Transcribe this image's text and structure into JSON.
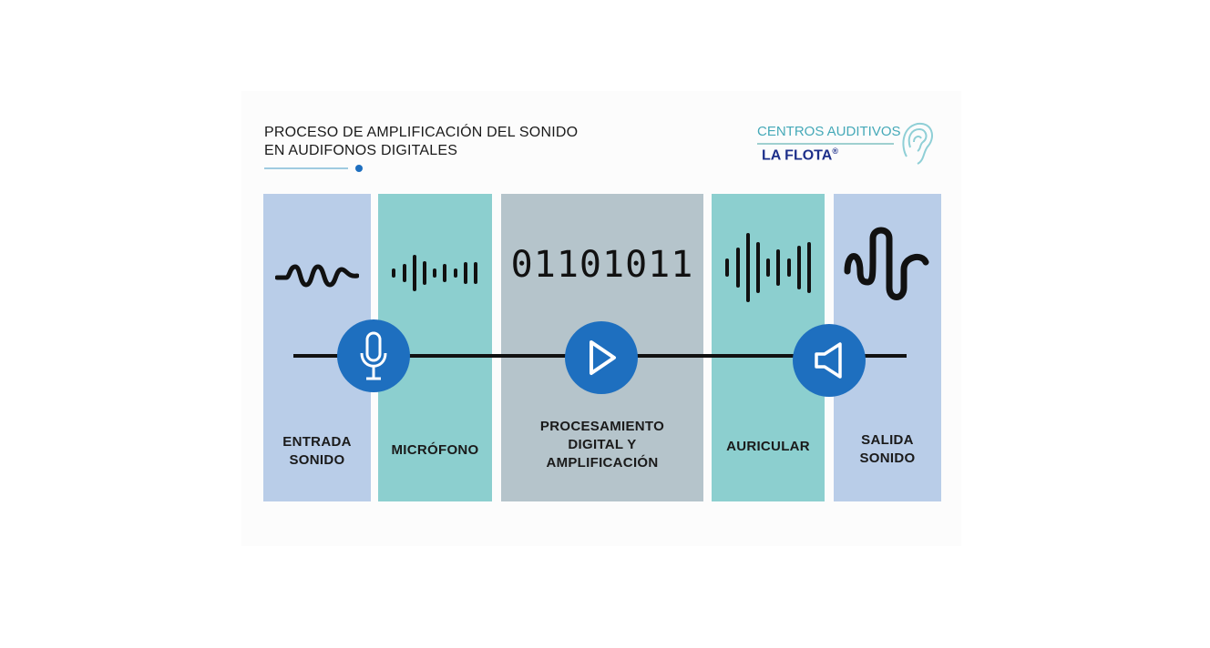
{
  "header": {
    "title_line1": "PROCESO DE AMPLIFICACIÓN DEL SONIDO",
    "title_line2": "EN AUDIFONOS DIGITALES"
  },
  "logo": {
    "line1": "CENTROS AUDITIVOS",
    "line2": "LA FLOTA",
    "mark": "®"
  },
  "stages": [
    {
      "label_line1": "ENTRADA",
      "label_line2": "SONIDO",
      "icon": "small-wave-icon"
    },
    {
      "label_line1": "MICRÓFONO",
      "label_line2": "",
      "icon": "audio-bars-icon"
    },
    {
      "label_line1": "PROCESAMIENTO",
      "label_line2": "DIGITAL Y",
      "label_line3": "AMPLIFICACIÓN",
      "binary": "01101011"
    },
    {
      "label_line1": "AURICULAR",
      "label_line2": "",
      "icon": "audio-bars-large-icon"
    },
    {
      "label_line1": "SALIDA",
      "label_line2": "SONIDO",
      "icon": "large-wave-icon"
    }
  ],
  "nodes": [
    "microphone-icon",
    "play-icon",
    "speaker-icon"
  ],
  "colors": {
    "blue": "#b9cde8",
    "teal": "#8ccfcf",
    "gray": "#b5c4cb",
    "accent": "#1e6fbf",
    "logo_navy": "#1d2f8a"
  }
}
